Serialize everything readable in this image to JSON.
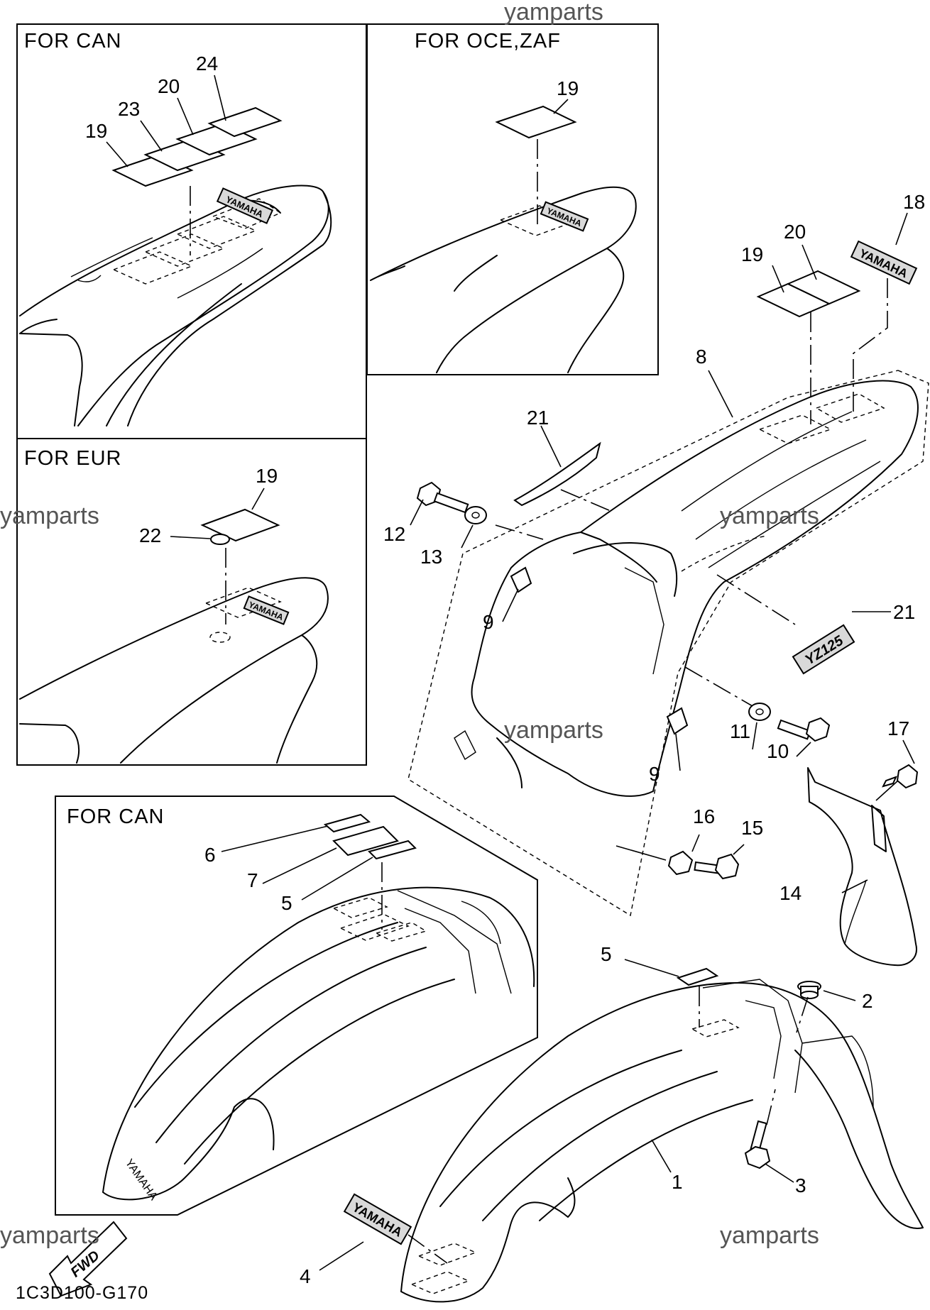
{
  "watermarks": [
    "yamparts",
    "yamparts",
    "yamparts",
    "yamparts",
    "yamparts",
    "yamparts"
  ],
  "panels": {
    "can_seat": "FOR CAN",
    "oce_zaf_seat": "FOR OCE,ZAF",
    "eur_seat": "FOR EUR",
    "can_fender": "FOR CAN"
  },
  "callouts": {
    "can_seat": [
      "19",
      "23",
      "20",
      "24"
    ],
    "oce_zaf_seat": [
      "19"
    ],
    "eur_seat": [
      "19",
      "22"
    ],
    "can_fender": [
      "6",
      "7",
      "5"
    ],
    "main": [
      "1",
      "2",
      "3",
      "4",
      "5",
      "8",
      "9",
      "9",
      "10",
      "11",
      "12",
      "13",
      "14",
      "15",
      "16",
      "17",
      "18",
      "19",
      "20",
      "21",
      "21"
    ]
  },
  "decal_text": {
    "yamaha": "YAMAHA",
    "model": "YZ125",
    "fwd": "FWD"
  },
  "diagram_code": "1C3D100-G170"
}
